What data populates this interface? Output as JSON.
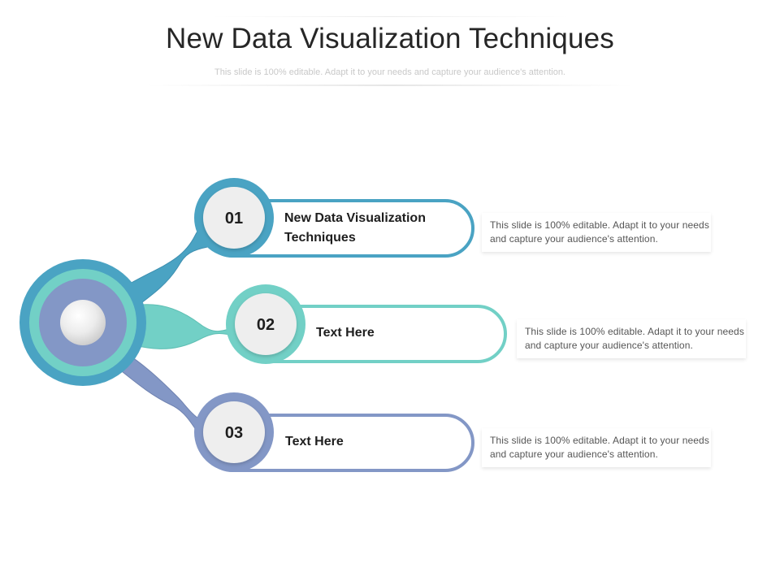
{
  "header": {
    "title": "New Data Visualization Techniques",
    "subtitle": "This slide is 100% editable. Adapt it to your needs and capture your audience's attention."
  },
  "colors": {
    "item1": "#4aa3c3",
    "item2": "#72d0c6",
    "item3": "#8397c6",
    "hub_outer": "#4aa3c3",
    "hub_ring": "#72d0c6",
    "hub_inner": "#8397c6"
  },
  "items": [
    {
      "number": "01",
      "title": "New Data Visualization Techniques",
      "description": "This slide is 100% editable. Adapt it to your needs and capture your audience's attention."
    },
    {
      "number": "02",
      "title": "Text Here",
      "description": "This slide is 100% editable. Adapt it to your needs and capture your audience's attention."
    },
    {
      "number": "03",
      "title": "Text Here",
      "description": "This slide is 100% editable. Adapt it to your needs and capture your audience's attention."
    }
  ]
}
